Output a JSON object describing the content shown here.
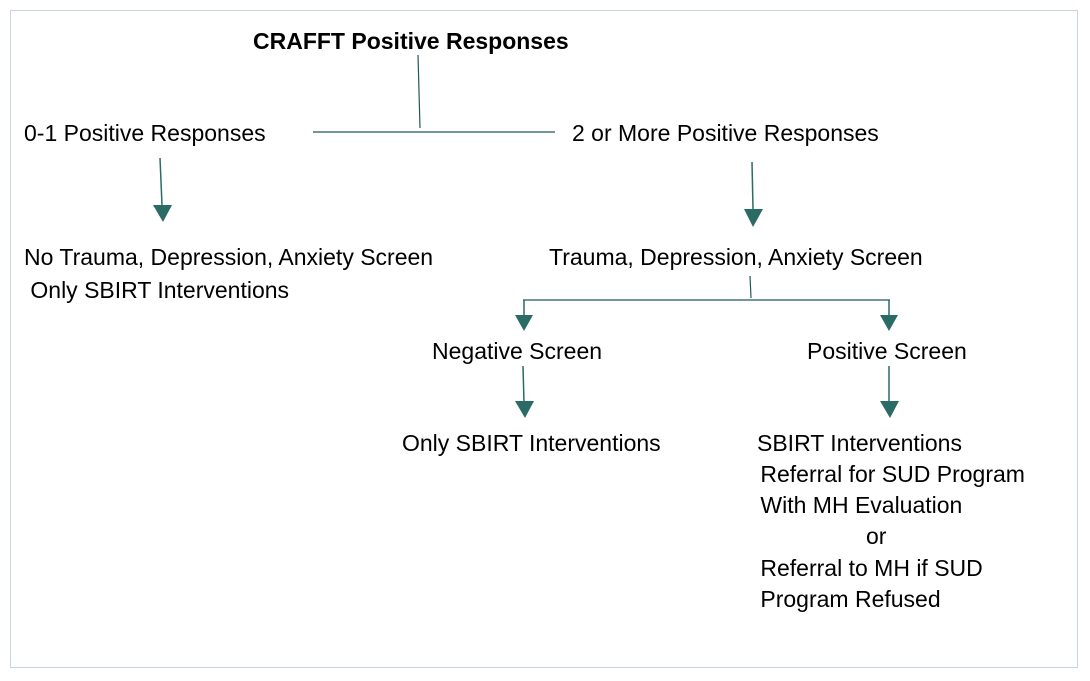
{
  "diagram": {
    "title": "CRAFFT Positive Responses",
    "left_branch": {
      "label": "0-1 Positive Responses",
      "result_lines": [
        "No Trauma, Depression, Anxiety Screen",
        " Only SBIRT Interventions"
      ]
    },
    "right_branch": {
      "label": "2 or More Positive Responses",
      "screen": "Trauma, Depression, Anxiety Screen",
      "negative": {
        "label": "Negative Screen",
        "result": "Only SBIRT Interventions"
      },
      "positive": {
        "label": "Positive Screen",
        "result_lines": [
          "SBIRT Interventions",
          " Referral for SUD Program",
          " With MH Evaluation",
          "or",
          " Referral to MH if SUD",
          " Program Refused"
        ]
      }
    },
    "colors": {
      "arrow": "#2a6b66",
      "line": "#1f5a56",
      "frame": "#c9d4e3"
    }
  }
}
